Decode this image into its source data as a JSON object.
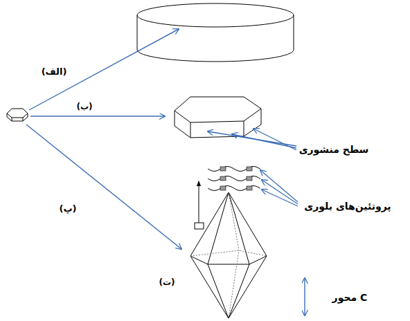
{
  "diagram": {
    "labels": [
      "(الف)",
      "(ب)",
      "(پ)",
      "(ت)",
      "سطح منشوری",
      "پروتئین‌های بلوری",
      "محور C"
    ]
  }
}
